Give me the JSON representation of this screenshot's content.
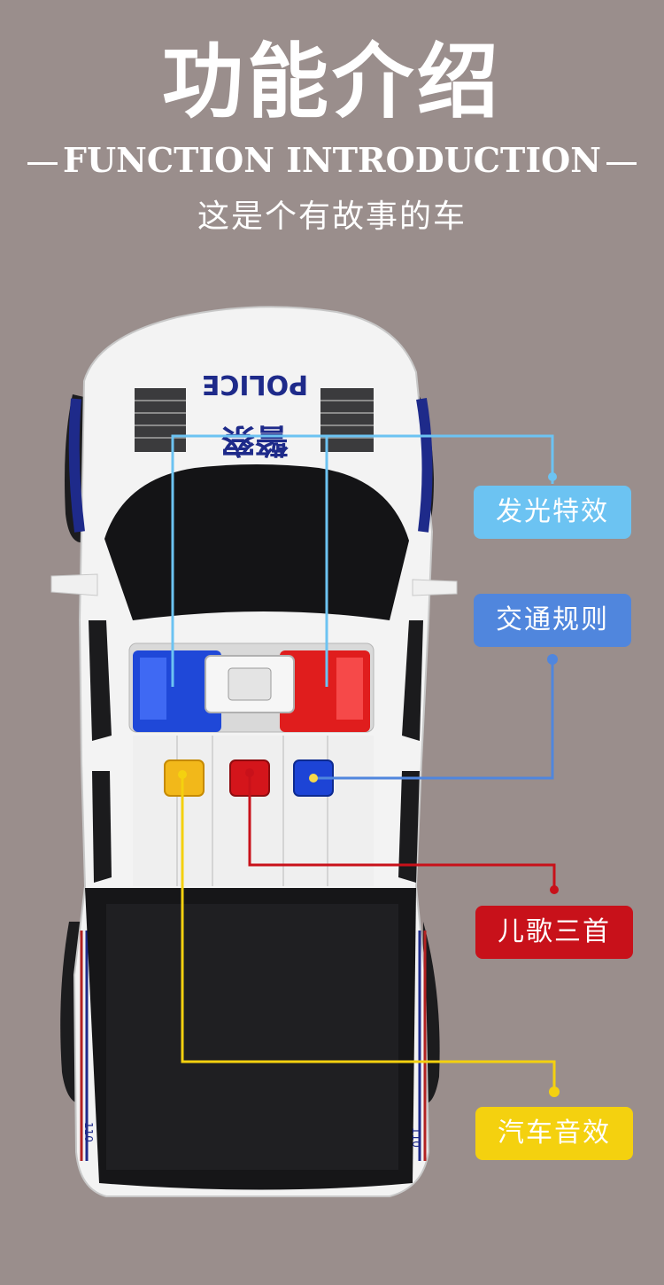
{
  "header": {
    "title": "功能介绍",
    "subtitle_en": "FUNCTION INTRODUCTION",
    "subtitle_zh": "这是个有故事的车"
  },
  "car": {
    "roof_text": "POLICE",
    "roof_text_zh": "警察",
    "side_number": "110"
  },
  "features": {
    "light": "发光特效",
    "traffic": "交通规则",
    "songs": "儿歌三首",
    "sound": "汽车音效"
  },
  "colors": {
    "background": "#9a8e8c",
    "light": "#6cc3f2",
    "traffic": "#5086dd",
    "songs": "#c8111a",
    "sound": "#f4d10f"
  }
}
